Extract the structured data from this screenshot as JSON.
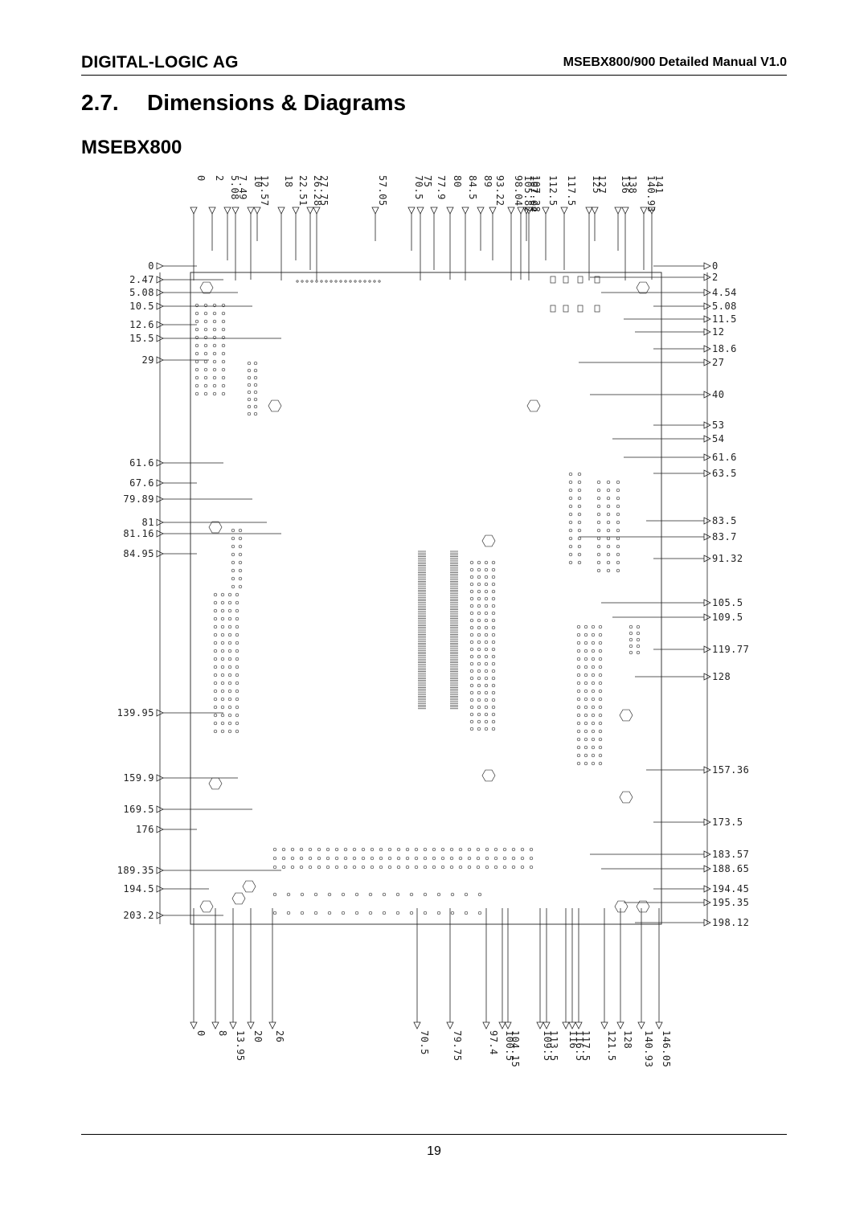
{
  "header": {
    "company": "DIGITAL-LOGIC AG",
    "manual": "MSEBX800/900 Detailed Manual V1.0"
  },
  "section": {
    "number": "2.7.",
    "title": "Dimensions & Diagrams",
    "subtitle": "MSEBX800"
  },
  "drawing": {
    "top_dims": [
      "0",
      "2",
      "5.08",
      "7.49",
      "10",
      "12.57",
      "18",
      "22.51",
      "26.28",
      "27.75",
      "57.05",
      "70.5",
      "75",
      "77.9",
      "80",
      "84.5",
      "89",
      "93.22",
      "98.04",
      "105.82",
      "107.04",
      "107.28",
      "112.5",
      "117.5",
      "125",
      "127",
      "136",
      "138",
      "140.93",
      "141"
    ],
    "bottom_dims": [
      "0",
      "8",
      "13.95",
      "20",
      "26",
      "70.5",
      "79.75",
      "97.4",
      "100.5",
      "104.15",
      "109.5",
      "113.5",
      "116",
      "116.5",
      "117.5",
      "121.5",
      "128",
      "140.93",
      "146.05"
    ],
    "left_dims": [
      "0",
      "2.47",
      "5.08",
      "10.5",
      "12.6",
      "15.5",
      "29",
      "61.6",
      "67.6",
      "79.89",
      "81",
      "81.16",
      "84.95",
      "139.95",
      "159.9",
      "169.5",
      "176",
      "189.35",
      "194.5",
      "203.2"
    ],
    "right_dims": [
      "0",
      "2",
      "4.54",
      "5.08",
      "11.5",
      "12",
      "18.6",
      "27",
      "40",
      "53",
      "54",
      "61.6",
      "63.5",
      "83.5",
      "83.7",
      "91.32",
      "105.5",
      "109.5",
      "119.77",
      "128",
      "157.36",
      "173.5",
      "183.57",
      "188.65",
      "194.45",
      "195.35",
      "198.12"
    ]
  },
  "footer": {
    "page_number": "19"
  }
}
